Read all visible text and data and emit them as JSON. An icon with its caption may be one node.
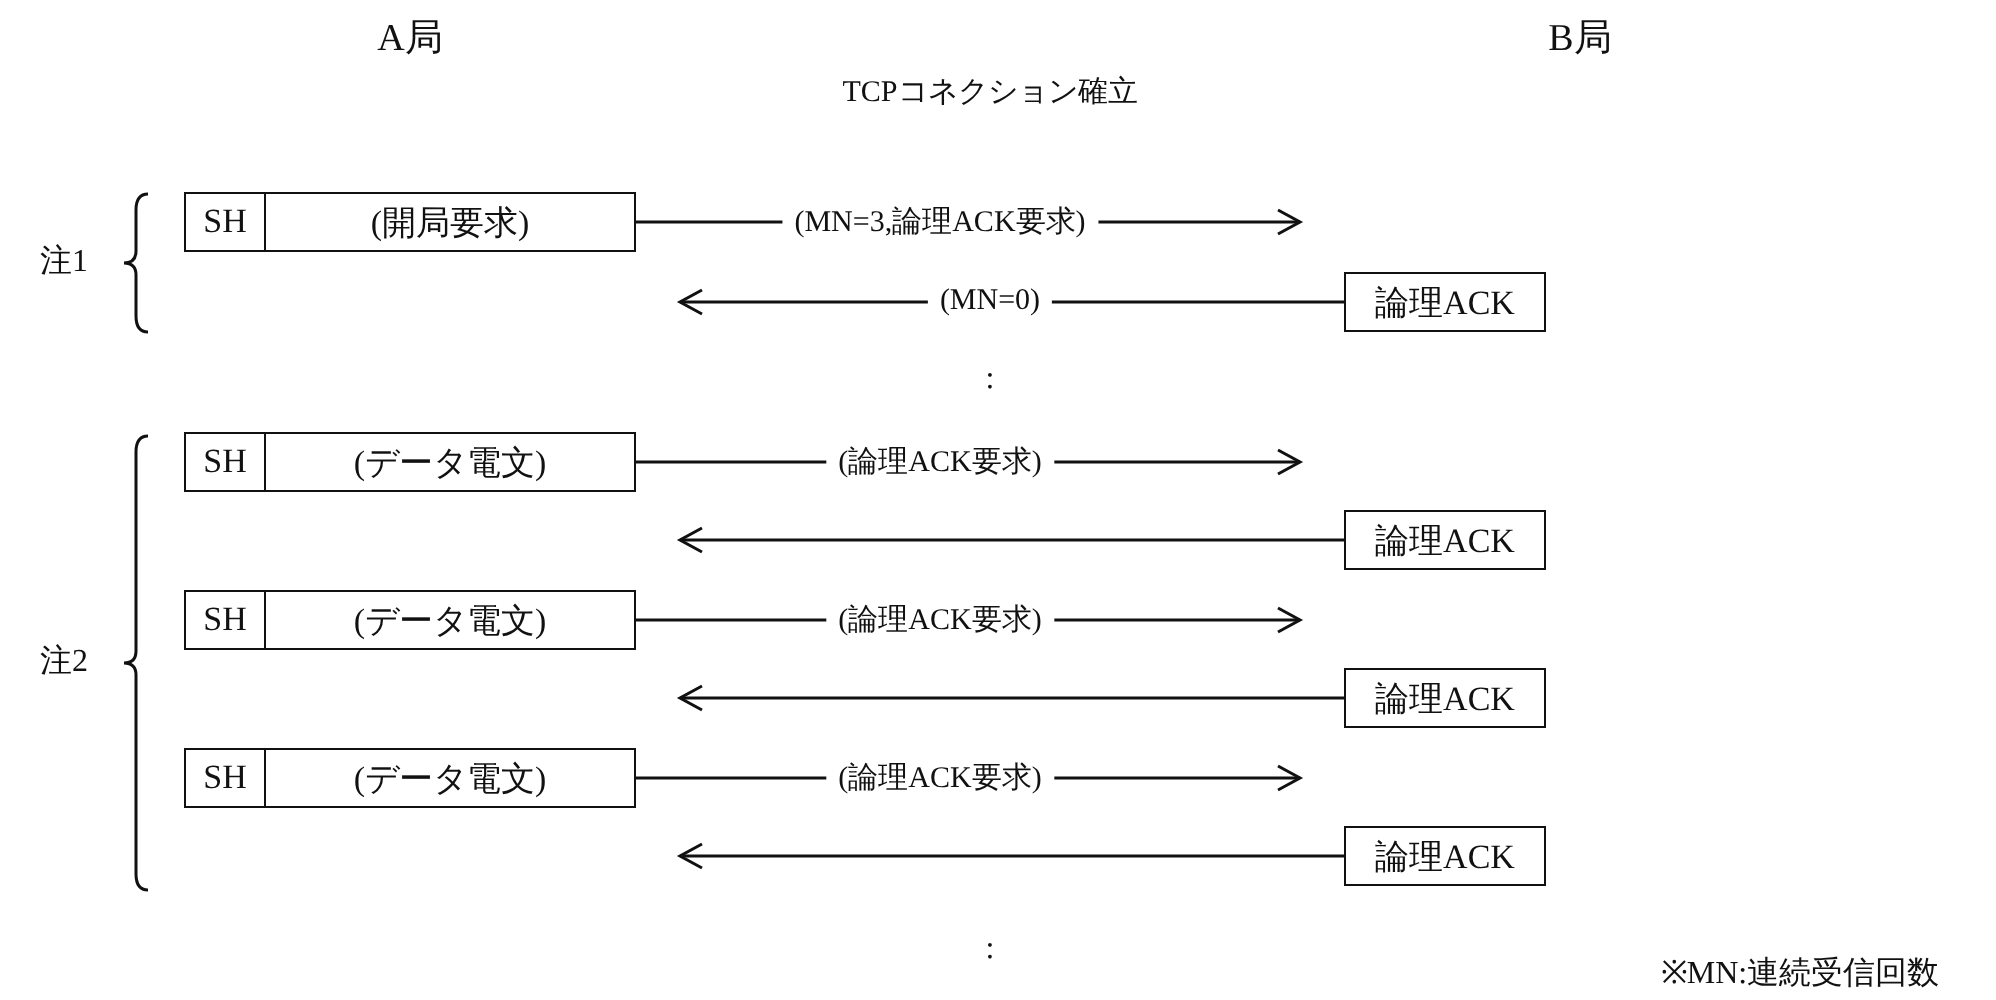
{
  "diagram": {
    "title": "TCPコネクション確立",
    "nodes": [
      {
        "text": [
          "A局"
        ]
      },
      {
        "text": [
          "B局"
        ]
      },
      {
        "text": [
          "SH"
        ]
      },
      {
        "text": [
          "(開局要求)"
        ]
      },
      {
        "text": [
          "論理ACK"
        ]
      },
      {
        "text": [
          "SH"
        ]
      },
      {
        "text": [
          "(データ電文)"
        ]
      },
      {
        "text": [
          "論理ACK"
        ]
      },
      {
        "text": [
          "SH"
        ]
      },
      {
        "text": [
          "(データ電文)"
        ]
      },
      {
        "text": [
          "論理ACK"
        ]
      },
      {
        "text": [
          "SH"
        ]
      },
      {
        "text": [
          "(データ電文)"
        ]
      },
      {
        "text": [
          "論理ACK"
        ]
      }
    ],
    "edges": [
      {
        "from": 3,
        "to": null,
        "arrow": "to",
        "label": "(MN=3,論理ACK要求)"
      },
      {
        "from": 4,
        "to": null,
        "arrow": "to",
        "label": "(MN=0)"
      },
      {
        "from": 6,
        "to": null,
        "arrow": "to",
        "label": "(論理ACK要求)"
      },
      {
        "from": 7,
        "to": null,
        "arrow": "to"
      },
      {
        "from": 9,
        "to": null,
        "arrow": "to",
        "label": "(論理ACK要求)"
      },
      {
        "from": 10,
        "to": null,
        "arrow": "to"
      },
      {
        "from": 12,
        "to": null,
        "arrow": "to",
        "label": "(論理ACK要求)"
      },
      {
        "from": 13,
        "to": null,
        "arrow": "to"
      }
    ],
    "labels": [
      "注1",
      ":",
      "注2",
      ":",
      "※MN:連続受信回数"
    ]
  }
}
